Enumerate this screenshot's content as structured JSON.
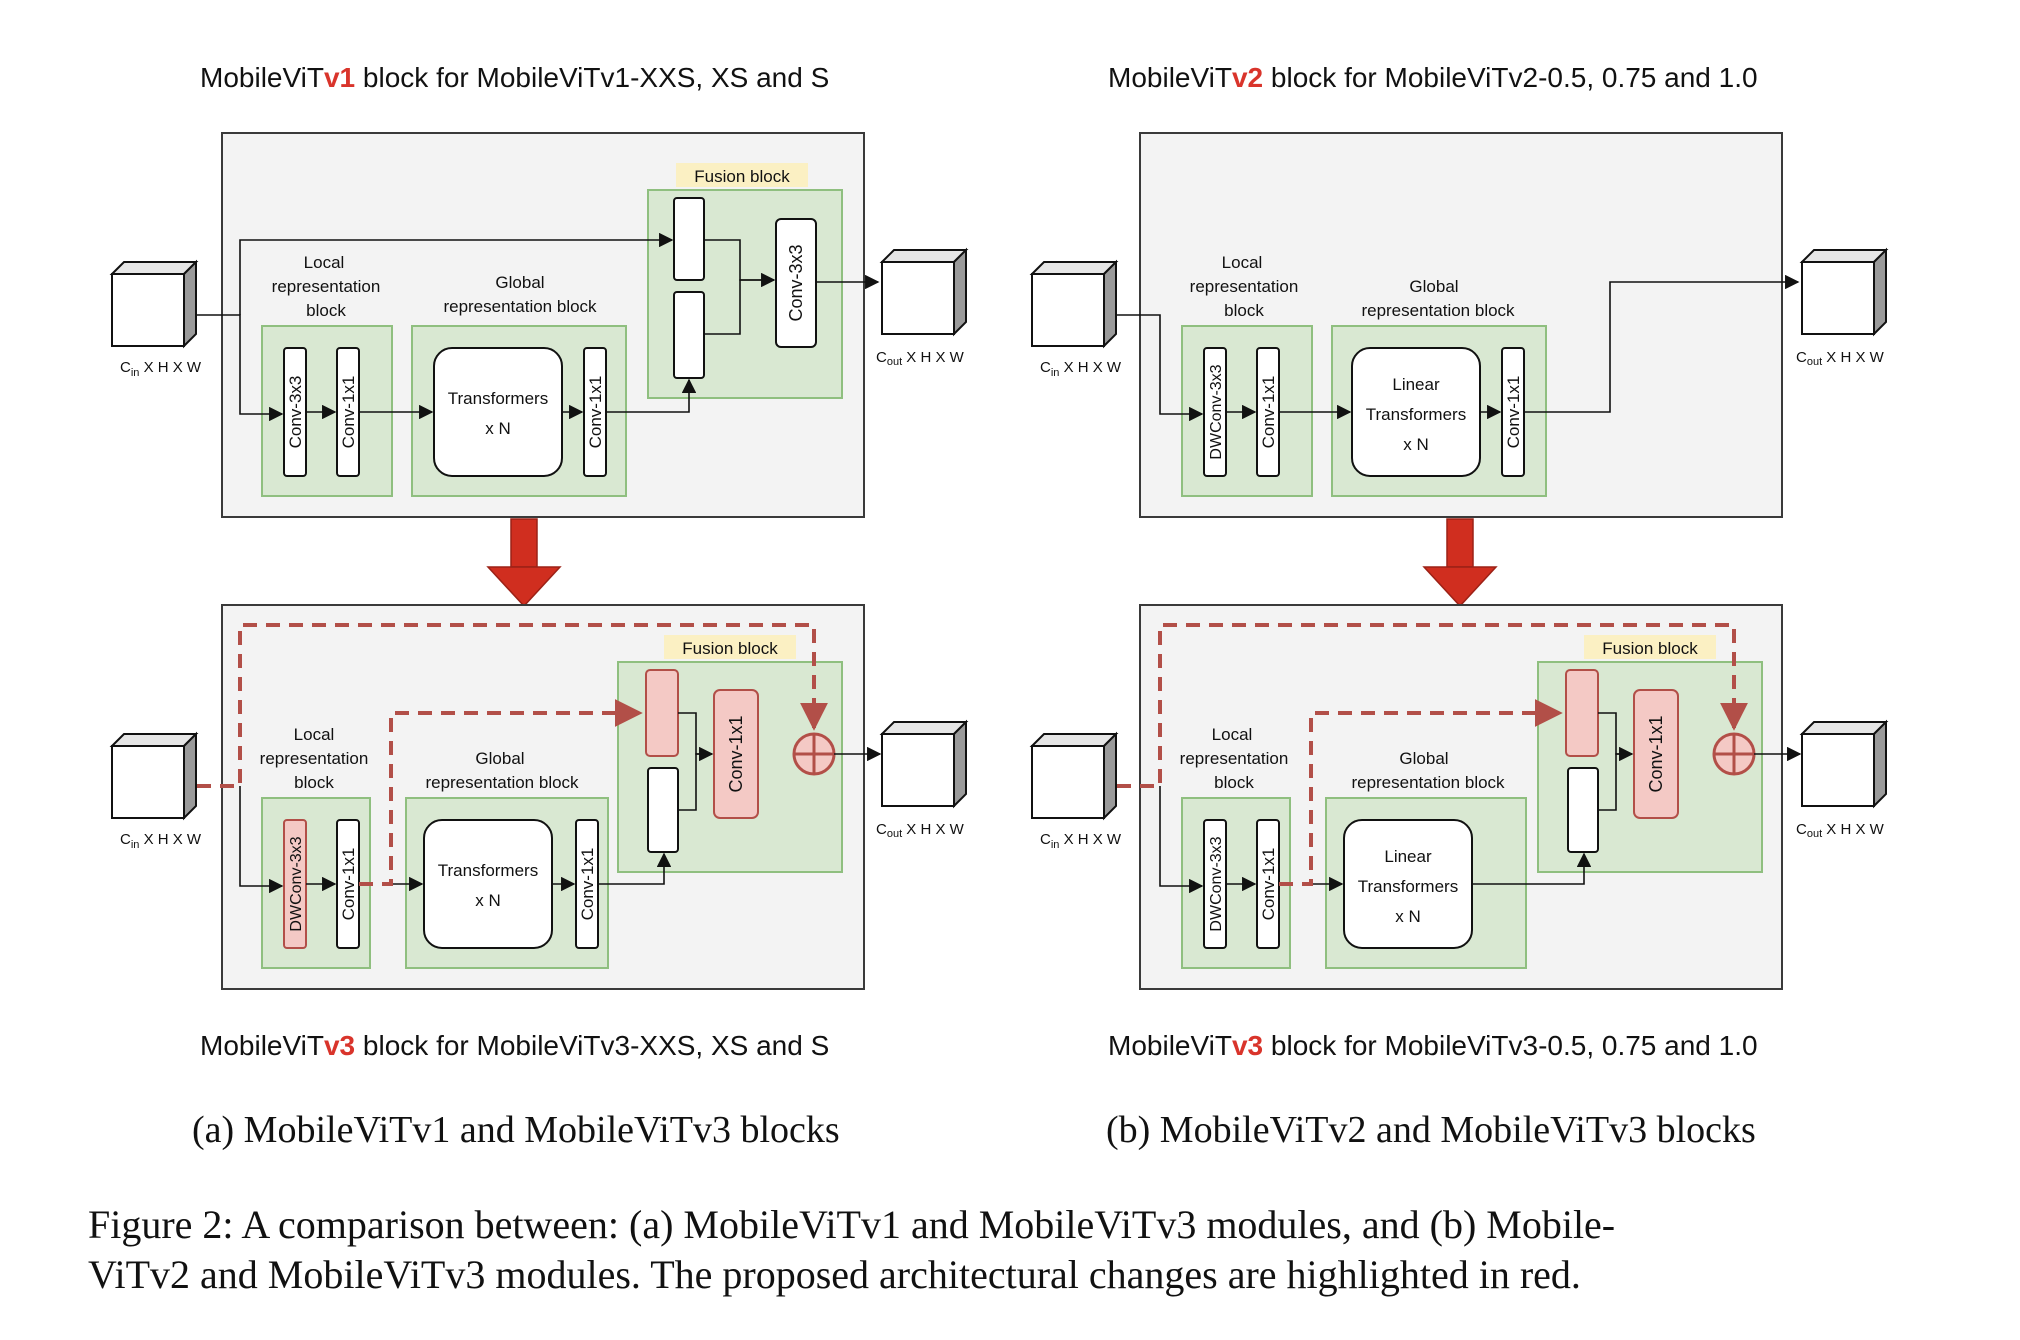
{
  "colors": {
    "outer_fill": "#f3f3f3",
    "outer_stroke": "#3a3a3a",
    "green_fill": "#d9e8d2",
    "green_stroke": "#8fbf7f",
    "fusion_label_bg": "#fbf0c3",
    "red_accent": "#d9342b",
    "red_dashed": "#b24f48",
    "pink_fill": "#f4c9c5",
    "pink_stroke": "#b24f48",
    "big_arrow": "#d02e1f"
  },
  "panel_a": {
    "top_title": {
      "prefix": "MobileViT",
      "version": "v1",
      "suffix": " block for MobileViTv1-XXS, XS and S"
    },
    "bottom_title": {
      "prefix": "MobileViT",
      "version": "v3",
      "suffix": " block for MobileViTv3-XXS, XS and S"
    },
    "caption": "(a) MobileViTv1 and MobileViTv3 blocks",
    "top": {
      "input_label": "C",
      "input_sub": "in",
      "input_dims": " X H X W",
      "output_label": "C",
      "output_sub": "out",
      "output_dims": " X H X W",
      "local_title": [
        "Local",
        "representation",
        "block"
      ],
      "local_layers": [
        "Conv-3x3",
        "Conv-1x1"
      ],
      "global_title": [
        "Global",
        "representation block"
      ],
      "global_core": [
        "Transformers",
        "x N"
      ],
      "global_layer": "Conv-1x1",
      "fusion_title": "Fusion block",
      "fusion_layer": "Conv-3x3"
    },
    "bottom": {
      "input_label": "C",
      "input_sub": "in",
      "input_dims": " X H X W",
      "output_label": "C",
      "output_sub": "out",
      "output_dims": " X H X W",
      "local_title": [
        "Local",
        "representation",
        "block"
      ],
      "local_layers": [
        "DWConv-3x3",
        "Conv-1x1"
      ],
      "global_title": [
        "Global",
        "representation block"
      ],
      "global_core": [
        "Transformers",
        "x N"
      ],
      "global_layer": "Conv-1x1",
      "fusion_title": "Fusion block",
      "fusion_layer": "Conv-1x1"
    }
  },
  "panel_b": {
    "top_title": {
      "prefix": "MobileViT",
      "version": "v2",
      "suffix": " block for MobileViTv2-0.5, 0.75 and 1.0"
    },
    "bottom_title": {
      "prefix": "MobileViT",
      "version": "v3",
      "suffix": " block for MobileViTv3-0.5, 0.75 and 1.0"
    },
    "caption": "(b) MobileViTv2 and MobileViTv3 blocks",
    "top": {
      "input_label": "C",
      "input_sub": "in",
      "input_dims": " X H X W",
      "output_label": "C",
      "output_sub": "out",
      "output_dims": " X H X W",
      "local_title": [
        "Local",
        "representation",
        "block"
      ],
      "local_layers": [
        "DWConv-3x3",
        "Conv-1x1"
      ],
      "global_title": [
        "Global",
        "representation block"
      ],
      "global_core": [
        "Linear",
        "Transformers",
        "x N"
      ],
      "global_layer": "Conv-1x1"
    },
    "bottom": {
      "input_label": "C",
      "input_sub": "in",
      "input_dims": " X H X W",
      "output_label": "C",
      "output_sub": "out",
      "output_dims": " X H X W",
      "local_title": [
        "Local",
        "representation",
        "block"
      ],
      "local_layers": [
        "DWConv-3x3",
        "Conv-1x1"
      ],
      "global_title": [
        "Global",
        "representation block"
      ],
      "global_core": [
        "Linear",
        "Transformers",
        "x N"
      ],
      "fusion_title": "Fusion block",
      "fusion_layer": "Conv-1x1"
    }
  },
  "figure_caption": {
    "line1": "Figure 2:  A comparison between:  (a) MobileViTv1 and MobileViTv3 modules, and (b) Mobile-",
    "line2": "ViTv2 and MobileViTv3 modules. The proposed architectural changes are highlighted in red."
  }
}
